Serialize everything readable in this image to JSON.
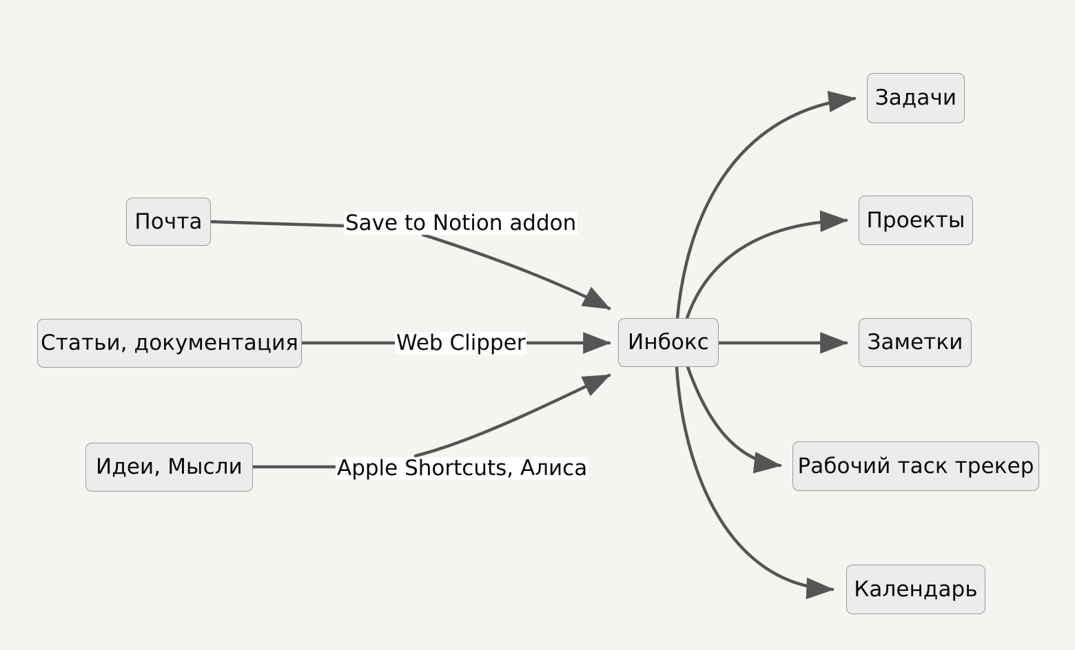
{
  "diagram": {
    "type": "flow-diagram",
    "title": "",
    "background_color": "#f5f4f0",
    "node_fill_color": "#ececec",
    "node_border_color": "#9a9a9a",
    "edge_color": "#555555",
    "label_background_color": "#ffffff",
    "text_color": "#0a0a0a"
  },
  "nodes": {
    "source_mail": {
      "label": "Почта"
    },
    "source_articles": {
      "label": "Статьи, документация"
    },
    "source_ideas": {
      "label": "Идеи, Мысли"
    },
    "hub_inbox": {
      "label": "Инбокс"
    },
    "target_tasks": {
      "label": "Задачи"
    },
    "target_projects": {
      "label": "Проекты"
    },
    "target_notes": {
      "label": "Заметки"
    },
    "target_work_tracker": {
      "label": "Рабочий таск трекер"
    },
    "target_calendar": {
      "label": "Календарь"
    }
  },
  "edge_labels": {
    "mail_to_inbox": "Save to Notion addon",
    "articles_to_inbox": "Web Clipper",
    "ideas_to_inbox": "Apple Shortcuts, Алиса"
  },
  "edges": [
    {
      "from": "Почта",
      "to": "Инбокс",
      "label": "Save to Notion addon",
      "arrow": true
    },
    {
      "from": "Статьи, документация",
      "to": "Инбокс",
      "label": "Web Clipper",
      "arrow": true
    },
    {
      "from": "Идеи, Мысли",
      "to": "Инбокс",
      "label": "Apple Shortcuts, Алиса",
      "arrow": true
    },
    {
      "from": "Инбокс",
      "to": "Задачи",
      "label": "",
      "arrow": true
    },
    {
      "from": "Инбокс",
      "to": "Проекты",
      "label": "",
      "arrow": true
    },
    {
      "from": "Инбокс",
      "to": "Заметки",
      "label": "",
      "arrow": true
    },
    {
      "from": "Инбокс",
      "to": "Рабочий таск трекер",
      "label": "",
      "arrow": true
    },
    {
      "from": "Инбокс",
      "to": "Календарь",
      "label": "",
      "arrow": true
    }
  ]
}
